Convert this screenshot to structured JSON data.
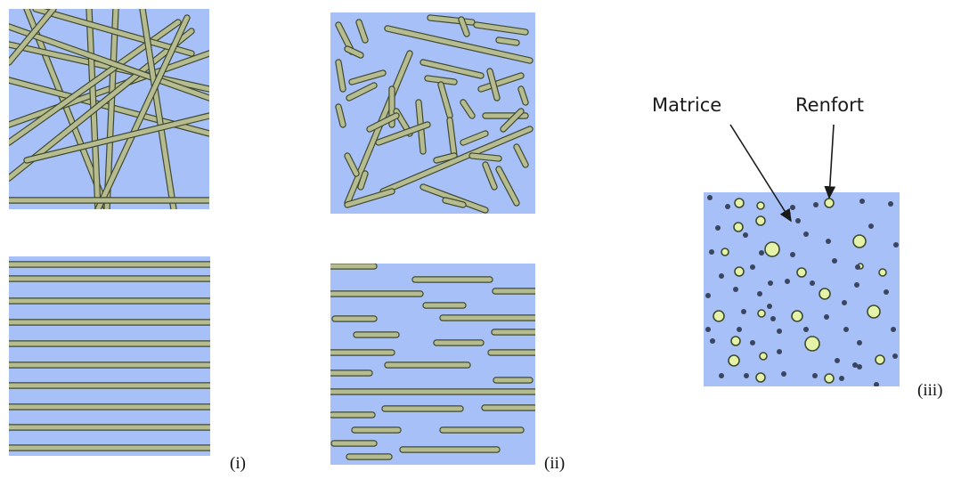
{
  "labels": {
    "caption_i": "(i)",
    "caption_ii": "(ii)",
    "caption_iii": "(iii)",
    "matrice": "Matrice",
    "renfort": "Renfort"
  },
  "colors": {
    "matrix": "#a8c0f8",
    "fiber_fill": "#b6bc8f",
    "fiber_edge": "#3f4a2e",
    "particle_fill": "#e4f3a8",
    "dot": "#3a4560",
    "arrow": "#1a1a1a"
  }
}
